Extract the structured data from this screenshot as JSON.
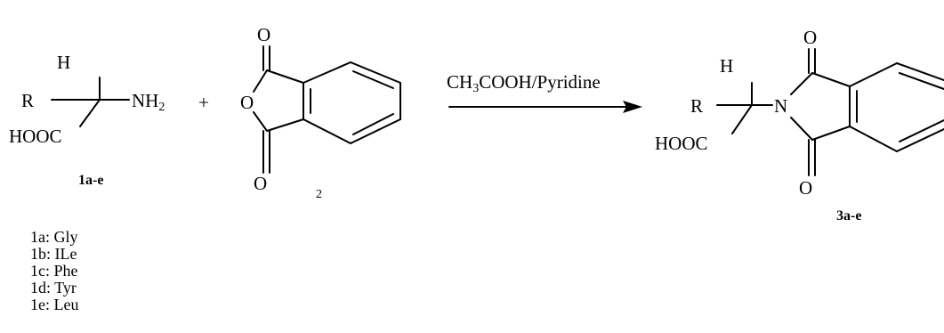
{
  "reactant1": {
    "h": "H",
    "r": "R",
    "nh2": "NH",
    "nh2_sub": "2",
    "acid": "HOOC",
    "id": "1a-e"
  },
  "plus": "+",
  "reactant2": {
    "o_top": "O",
    "o_ring": "O",
    "o_bottom": "O",
    "id": "2"
  },
  "conditions": {
    "part1": "CH",
    "sub": "3",
    "part2": "COOH/Pyridine"
  },
  "product": {
    "h": "H",
    "r": "R",
    "n": "N",
    "acid": "HOOC",
    "o_top": "O",
    "o_bottom": "O",
    "id": "3a-e"
  },
  "legend": [
    "1a: Gly",
    "1b: ILe",
    "1c: Phe",
    "1d: Tyr",
    "1e: Leu"
  ]
}
